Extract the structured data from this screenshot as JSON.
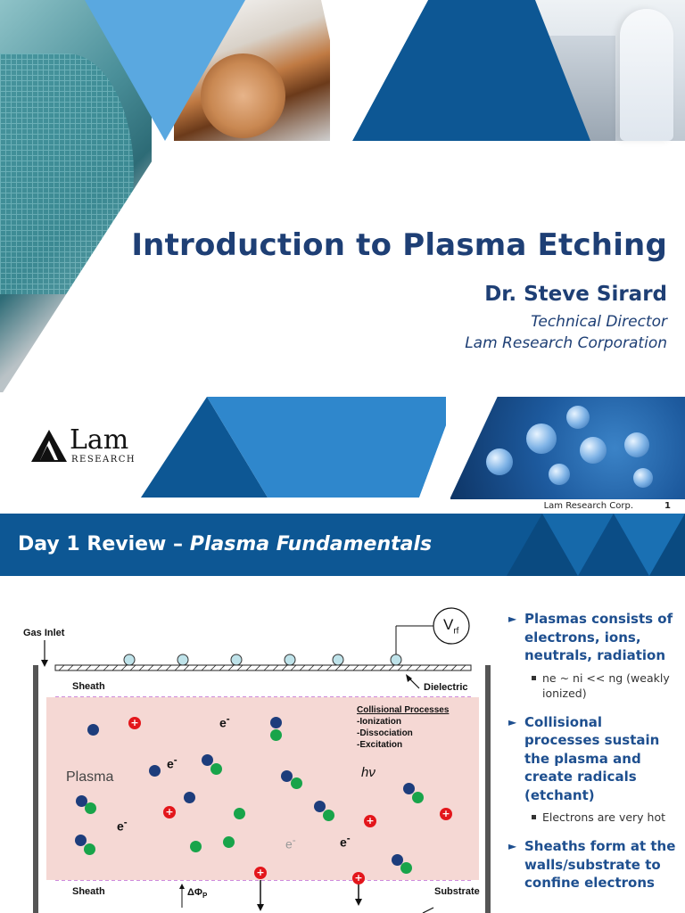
{
  "slide1": {
    "title": "Introduction to Plasma Etching",
    "author": "Dr. Steve Sirard",
    "role": "Technical Director",
    "company": "Lam Research Corporation",
    "logo": {
      "word": "Lam",
      "sub": "RESEARCH"
    },
    "footer": {
      "corp": "Lam Research Corp.",
      "page": "1"
    }
  },
  "slide2": {
    "title_plain": "Day 1 Review – ",
    "title_italic": "Plasma Fundamentals",
    "diagram": {
      "gas_inlet": "Gas Inlet",
      "vrf": "V",
      "vrf_sub": "rf",
      "sheath_top": "Sheath",
      "dielectric": "Dielectric",
      "plasma": "Plasma",
      "processes_title": "Collisional Processes",
      "process_1": "-Ionization",
      "process_2": "-Dissociation",
      "process_3": "-Excitation",
      "electron": "e",
      "photon": "hν",
      "sheath_bottom": "Sheath",
      "delta_phi": "ΔΦ",
      "delta_phi_sub": "P",
      "substrate": "Substrate"
    },
    "bullets": [
      {
        "text": "Plasmas consists of electrons, ions, neutrals, radiation",
        "sub": "ne ~ ni << ng (weakly ionized)"
      },
      {
        "text": "Collisional processes sustain the plasma and create radicals (etchant)",
        "sub": "Electrons are very hot"
      },
      {
        "text": "Sheaths form at the walls/substrate to confine electrons"
      }
    ]
  }
}
